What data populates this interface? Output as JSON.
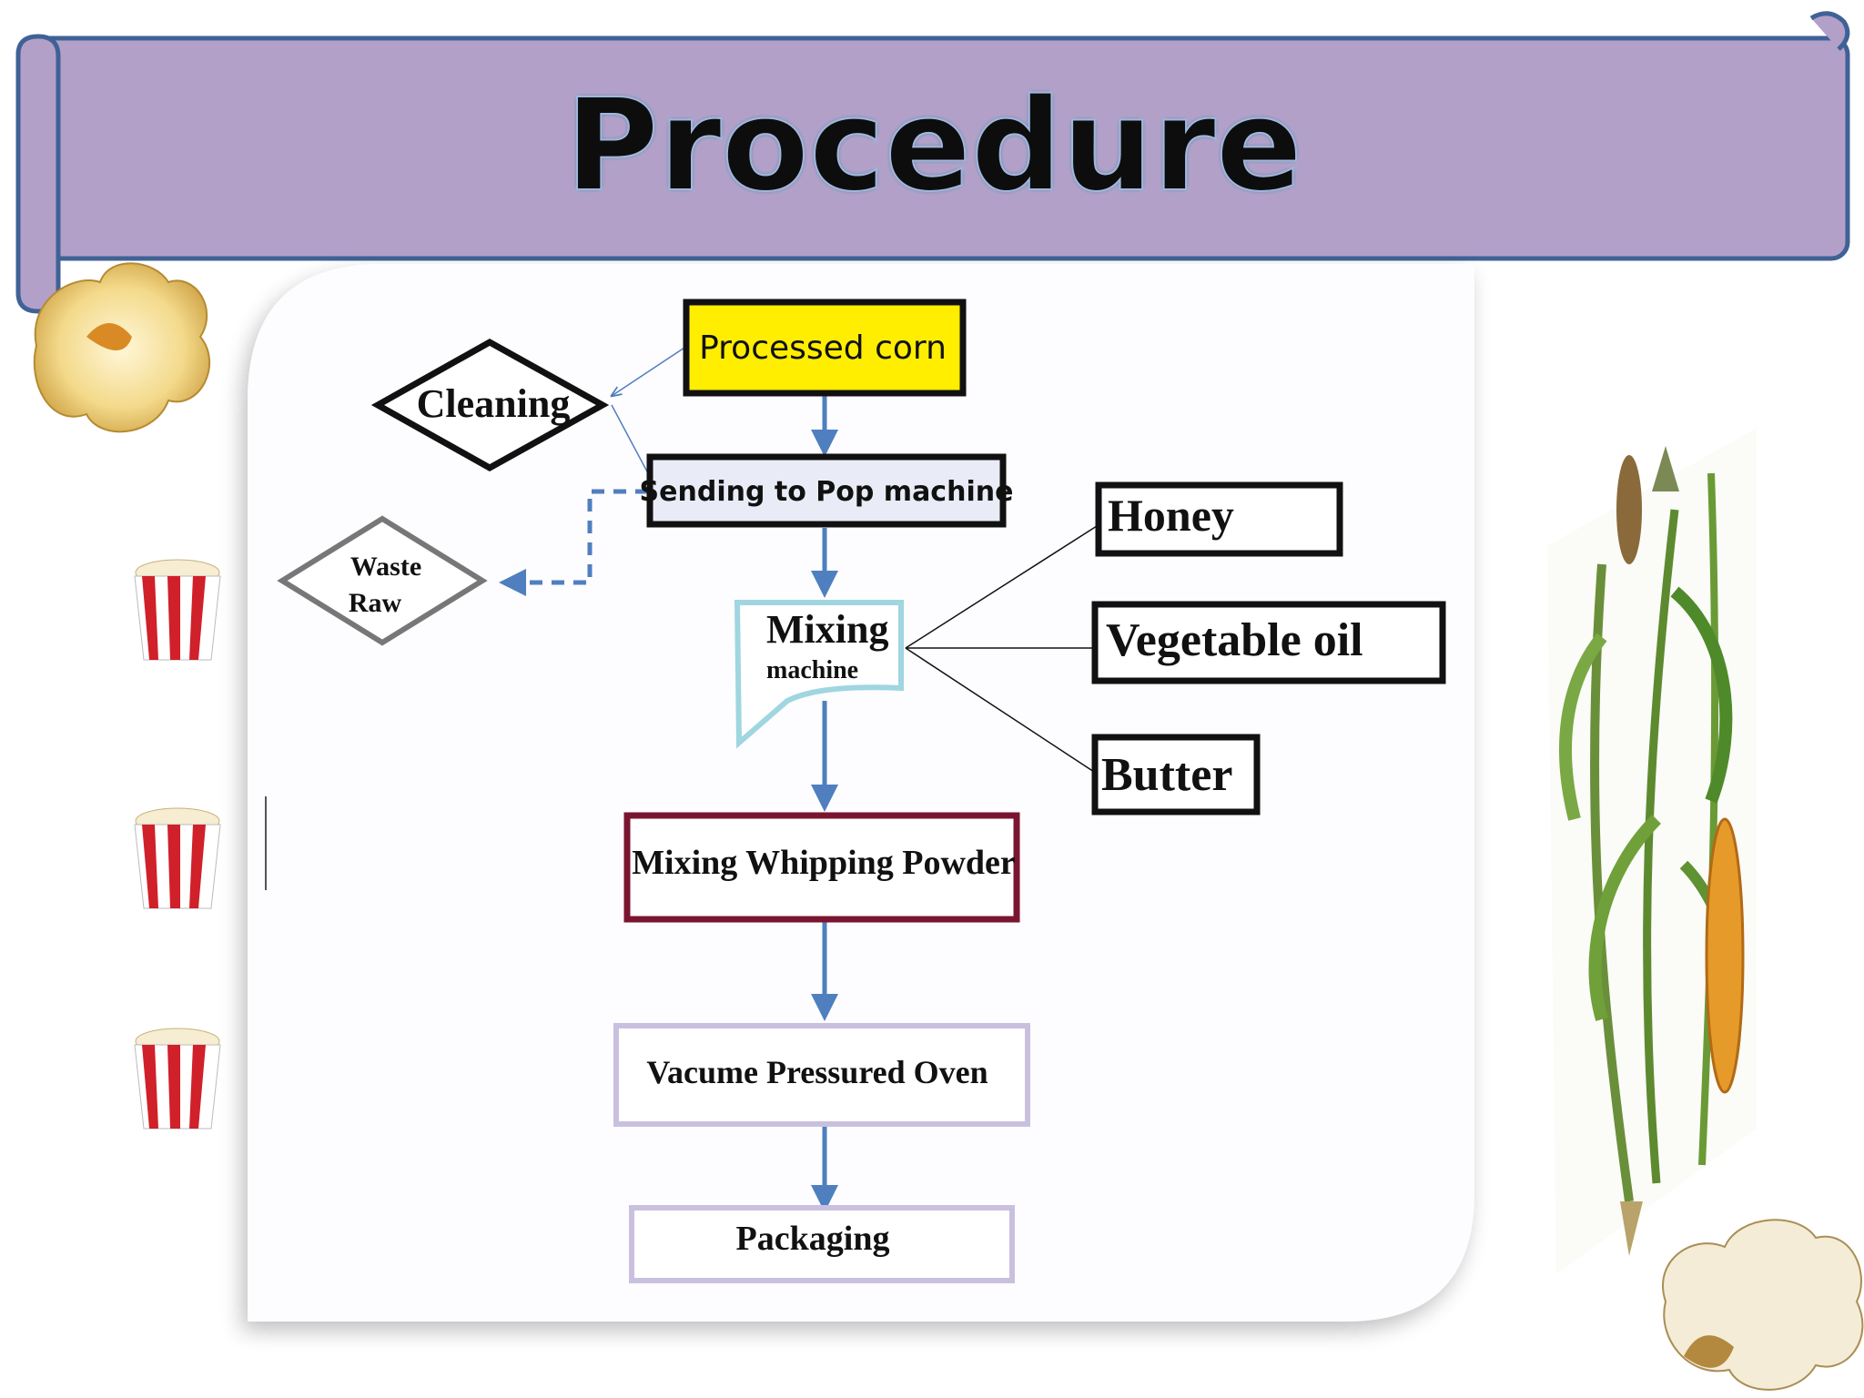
{
  "slide": {
    "title": "Procedure",
    "banner_color": "#b3a0c8",
    "title_color": "#e8eef8"
  },
  "flowchart": {
    "nodes": {
      "processed_corn": "Processed corn",
      "cleaning": "Cleaning",
      "sending_pop": "Sending to Pop machine",
      "waste_line1": "Waste",
      "waste_line2": "Raw",
      "mixing_main": "Mixing",
      "mixing_sub": "machine",
      "honey": "Honey",
      "vegetable_oil": "Vegetable oil",
      "butter": "Butter",
      "mixing_whipping": "Mixing Whipping Powder",
      "vacume_oven": "Vacume Pressured Oven",
      "packaging": "Packaging"
    },
    "colors": {
      "arrow": "#4f7fbf",
      "highlight": "#ffee00",
      "whipping_border": "#7a1530",
      "oven_border": "#c9c0e0",
      "mixing_border": "#9fd6e0",
      "waste_border": "#777777"
    }
  },
  "decorations": {
    "icons": [
      "popcorn-kernel-icon",
      "popcorn-bucket-icon",
      "corn-plant-illustration"
    ]
  }
}
